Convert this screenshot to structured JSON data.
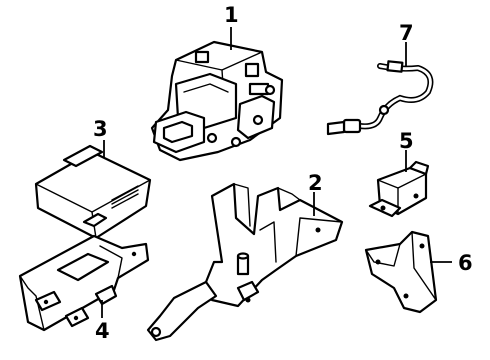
{
  "callouts": [
    {
      "id": "1",
      "text": "1"
    },
    {
      "id": "2",
      "text": "2"
    },
    {
      "id": "3",
      "text": "3"
    },
    {
      "id": "4",
      "text": "4"
    },
    {
      "id": "5",
      "text": "5"
    },
    {
      "id": "6",
      "text": "6"
    },
    {
      "id": "7",
      "text": "7"
    }
  ],
  "parts": [
    {
      "callout": "1",
      "name": "abs-hydraulic-unit"
    },
    {
      "callout": "2",
      "name": "mounting-bracket"
    },
    {
      "callout": "3",
      "name": "control-module"
    },
    {
      "callout": "4",
      "name": "module-bracket"
    },
    {
      "callout": "5",
      "name": "sensor"
    },
    {
      "callout": "6",
      "name": "sensor-bracket"
    },
    {
      "callout": "7",
      "name": "brake-line"
    }
  ]
}
